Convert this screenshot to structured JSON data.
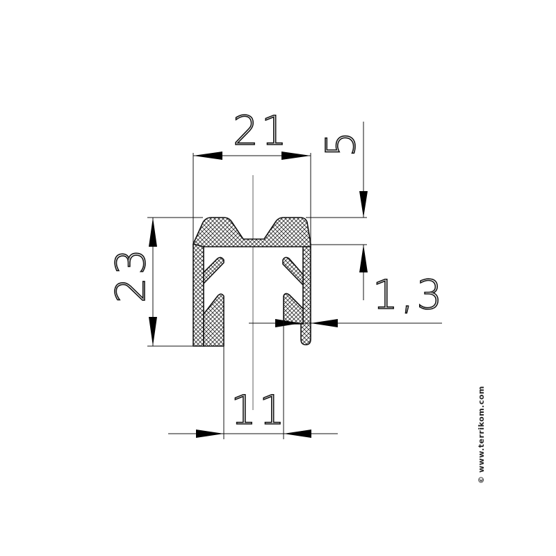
{
  "dimensions": {
    "width_total": "21",
    "height_total": "23",
    "top_offset": "5",
    "wall_thickness": "1,3",
    "slot_width": "11"
  },
  "watermark": "© www.terrikom.com",
  "colors": {
    "line": "#111111",
    "background": "#ffffff",
    "hatch": "#333333"
  }
}
